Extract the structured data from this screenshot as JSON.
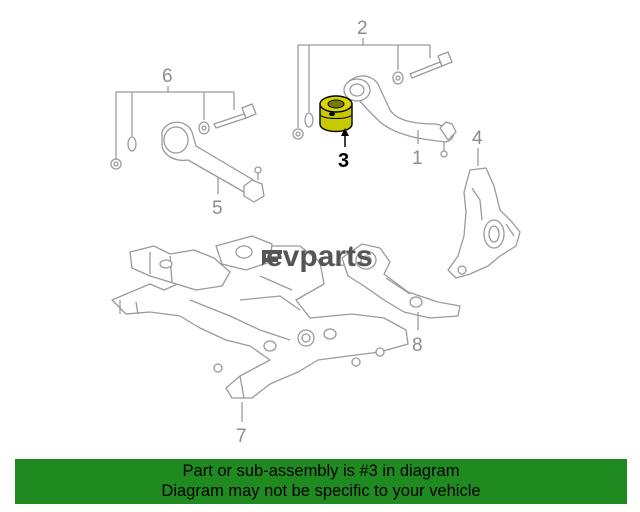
{
  "callouts": {
    "c1": "1",
    "c2": "2",
    "c3": "3",
    "c4": "4",
    "c5": "5",
    "c6": "6",
    "c7": "7",
    "c8": "8"
  },
  "highlighted_part": "3",
  "watermark": "evparts",
  "banner": {
    "line1": "Part or sub-assembly is #3 in diagram",
    "line2": "Diagram may not be specific to your vehicle",
    "background": "#1f8a1f"
  },
  "colors": {
    "highlight_part": "#c8c800",
    "line_art": "#9a9a9a"
  }
}
